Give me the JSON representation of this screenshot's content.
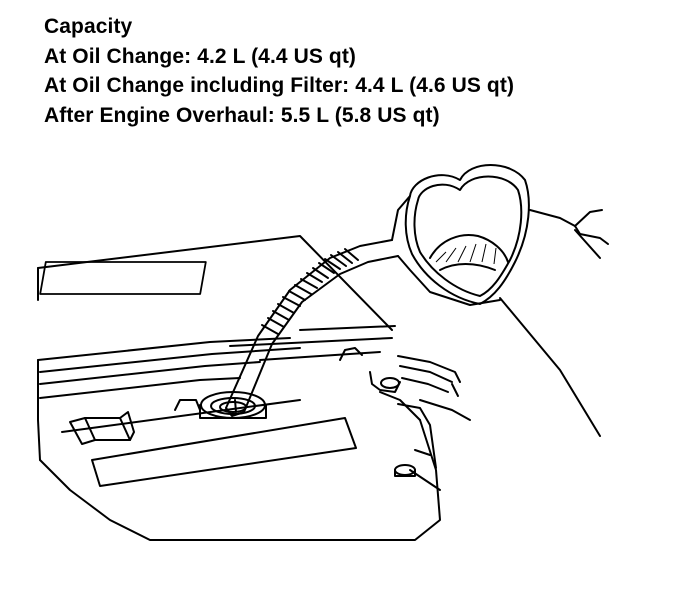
{
  "capacity": {
    "heading": "Capacity",
    "lines": [
      "At Oil Change: 4.2 L (4.4 US qt)",
      "At Oil Change including Filter: 4.4 L (4.6 US qt)",
      "After Engine Overhaul: 5.5 L (5.8 US qt)"
    ]
  }
}
